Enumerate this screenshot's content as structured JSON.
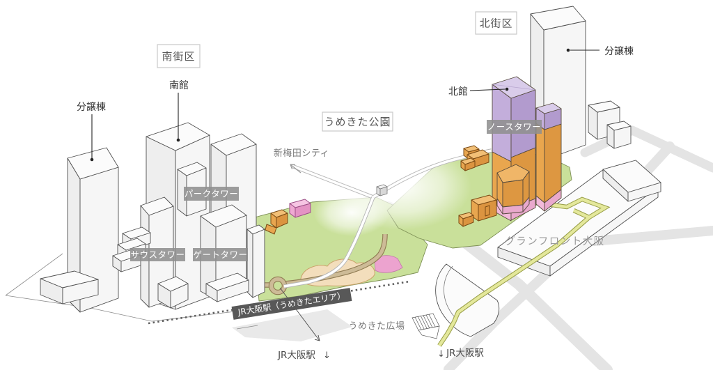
{
  "scene": {
    "area_boxes": {
      "south_block": "南街区",
      "north_block": "北街区",
      "umekita_park": "うめきた公園"
    },
    "building_labels": {
      "south_hall": "南館",
      "condo_left": "分譲棟",
      "condo_right": "分譲棟",
      "north_hall": "北館",
      "grand_front_osaka": "グランフロント大阪"
    },
    "tower_badges": {
      "park_tower": "パークタワー",
      "south_tower": "サウスタワー",
      "gate_tower": "ゲートタワー",
      "north_tower": "ノースタワー"
    },
    "station_badge": "JR大阪駅（うめきたエリア）",
    "place_labels": {
      "shin_umeda_city": "新梅田シティ",
      "umekita_plaza": "うめきた広場",
      "jr_osaka_left": "JR大阪駅",
      "jr_osaka_right": "JR大阪駅"
    },
    "glyphs": {
      "arrow_down_left_station": "↓",
      "arrow_down_right_station": "↓"
    },
    "colors": {
      "park_green": "#c9e09a",
      "tower_purple": "#c3aedb",
      "tower_orange": "#e9a64e",
      "base_pink": "#f2bada",
      "path_tan": "#cdbb97",
      "path_yellow": "#e4e89b",
      "road_gray": "#e4e4e4",
      "badge_gray": "#8f8f8f",
      "station_badge_dark": "#585858"
    }
  }
}
